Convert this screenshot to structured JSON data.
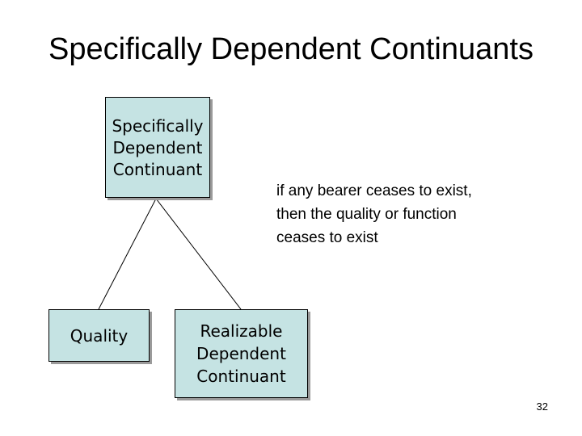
{
  "slide": {
    "title": "Specifically Dependent Continuants",
    "page_number": "32"
  },
  "nodes": {
    "root": {
      "label": "Specifically\nDependent\nContinuant"
    },
    "quality": {
      "label": "Quality"
    },
    "realizable": {
      "label": "Realizable\nDependent\nContinuant"
    }
  },
  "note": {
    "text": "if any bearer ceases to exist,\nthen the quality or function\nceases to exist"
  },
  "colors": {
    "box_fill": "#c5e3e3",
    "box_border": "#000000",
    "shadow": "#9a9a9a"
  }
}
